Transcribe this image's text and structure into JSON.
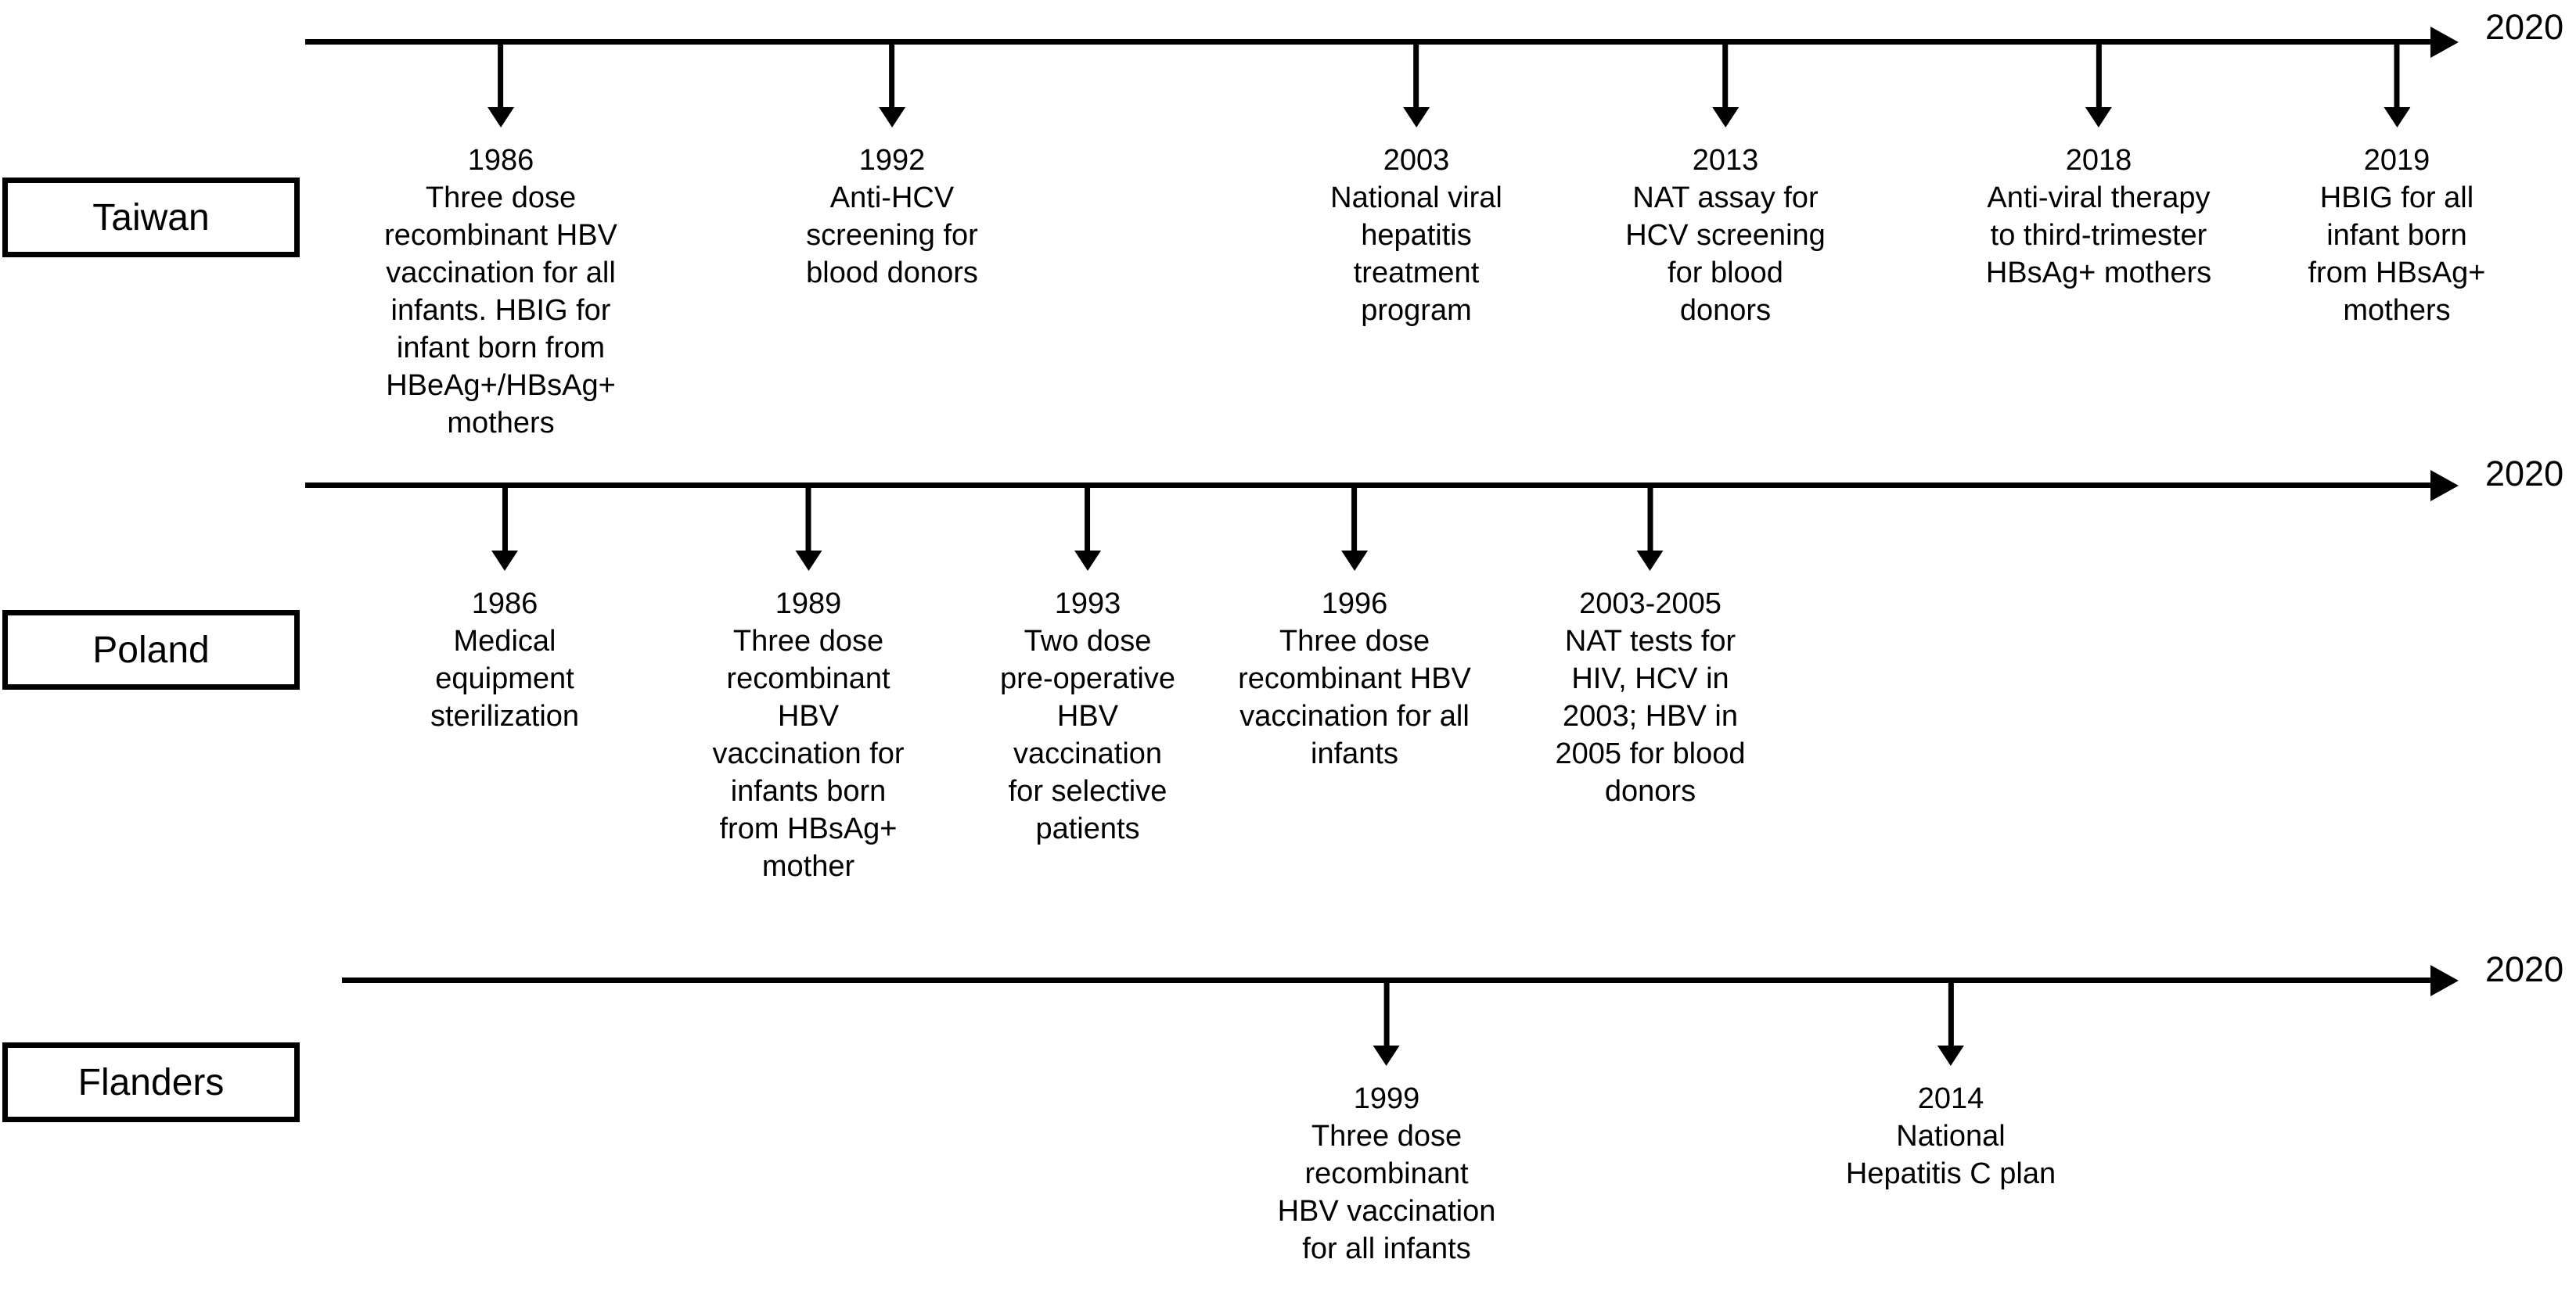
{
  "timelines": [
    {
      "region": "Taiwan",
      "end_label": "2020",
      "events": [
        {
          "year": "1986",
          "desc": "Three dose\nrecombinant HBV\nvaccination for all\ninfants. HBIG for\ninfant born from\nHBeAg+/HBsAg+\nmothers"
        },
        {
          "year": "1992",
          "desc": "Anti-HCV\nscreening for\nblood donors"
        },
        {
          "year": "2003",
          "desc": "National viral\nhepatitis\ntreatment\nprogram"
        },
        {
          "year": "2013",
          "desc": "NAT assay for\nHCV screening\nfor blood\ndonors"
        },
        {
          "year": "2018",
          "desc": "Anti-viral therapy\nto third-trimester\nHBsAg+ mothers"
        },
        {
          "year": "2019",
          "desc": "HBIG for all\ninfant born\nfrom HBsAg+\nmothers"
        }
      ]
    },
    {
      "region": "Poland",
      "end_label": "2020",
      "events": [
        {
          "year": "1986",
          "desc": "Medical\nequipment\nsterilization"
        },
        {
          "year": "1989",
          "desc": "Three dose\nrecombinant\nHBV\nvaccination for\ninfants born\nfrom HBsAg+\nmother"
        },
        {
          "year": "1993",
          "desc": "Two dose\npre-operative\nHBV\nvaccination\nfor selective\npatients"
        },
        {
          "year": "1996",
          "desc": "Three dose\nrecombinant HBV\nvaccination for all\ninfants"
        },
        {
          "year": "2003-2005",
          "desc": "NAT tests for\nHIV, HCV in\n2003; HBV in\n2005 for blood\ndonors"
        }
      ]
    },
    {
      "region": "Flanders",
      "end_label": "2020",
      "events": [
        {
          "year": "1999",
          "desc": "Three dose\nrecombinant\nHBV vaccination\nfor all infants"
        },
        {
          "year": "2014",
          "desc": "National\nHepatitis C plan"
        }
      ]
    }
  ],
  "colors": {
    "line": "#000000",
    "text": "#000000",
    "background": "#ffffff"
  }
}
